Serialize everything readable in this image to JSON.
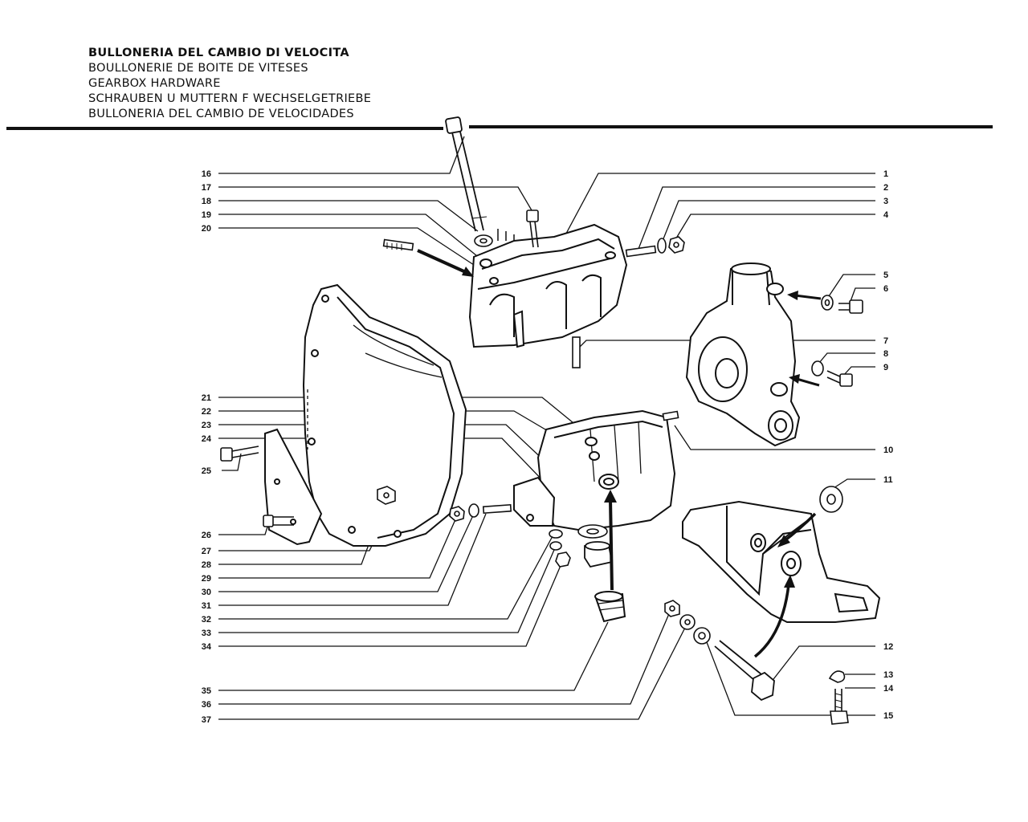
{
  "header": {
    "titles": [
      "BULLONERIA DEL CAMBIO DI VELOCITA",
      "BOULLONERIE DE BOITE DE VITESES",
      "GEARBOX HARDWARE",
      "SCHRAUBEN U  MUTTERN F  WECHSELGETRIEBE",
      "BULLONERIA DEL CAMBIO DE VELOCIDADES"
    ]
  },
  "callouts_left": [
    "16",
    "17",
    "18",
    "19",
    "20",
    "21",
    "22",
    "23",
    "24",
    "25",
    "26",
    "27",
    "28",
    "29",
    "30",
    "31",
    "32",
    "33",
    "34",
    "35",
    "36",
    "37"
  ],
  "callouts_right": [
    "1",
    "2",
    "3",
    "4",
    "5",
    "6",
    "7",
    "8",
    "9",
    "10",
    "11",
    "12",
    "13",
    "14",
    "15"
  ],
  "colors": {
    "ink": "#111111",
    "paper": "#ffffff"
  }
}
